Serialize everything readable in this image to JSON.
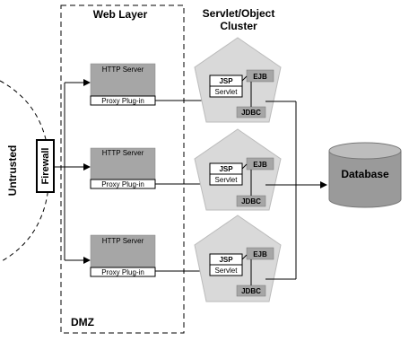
{
  "labels": {
    "web_layer": "Web Layer",
    "cluster_line1": "Servlet/Object",
    "cluster_line2": "Cluster",
    "untrusted": "Untrusted",
    "firewall": "Firewall",
    "dmz": "DMZ",
    "database": "Database"
  },
  "http_servers": [
    {
      "server_label": "HTTP Server",
      "plugin_label": "Proxy Plug-in"
    },
    {
      "server_label": "HTTP Server",
      "plugin_label": "Proxy Plug-in"
    },
    {
      "server_label": "HTTP Server",
      "plugin_label": "Proxy Plug-in"
    }
  ],
  "cluster_nodes": [
    {
      "jsp": "JSP",
      "servlet": "Servlet",
      "ejb": "EJB",
      "jdbc": "JDBC"
    },
    {
      "jsp": "JSP",
      "servlet": "Servlet",
      "ejb": "EJB",
      "jdbc": "JDBC"
    },
    {
      "jsp": "JSP",
      "servlet": "Servlet",
      "ejb": "EJB",
      "jdbc": "JDBC"
    }
  ],
  "colors": {
    "server_fill": "#a6a6a6",
    "pentagon_fill": "#d9d9d9",
    "database_fill": "#9a9a9a",
    "line": "#000000"
  }
}
